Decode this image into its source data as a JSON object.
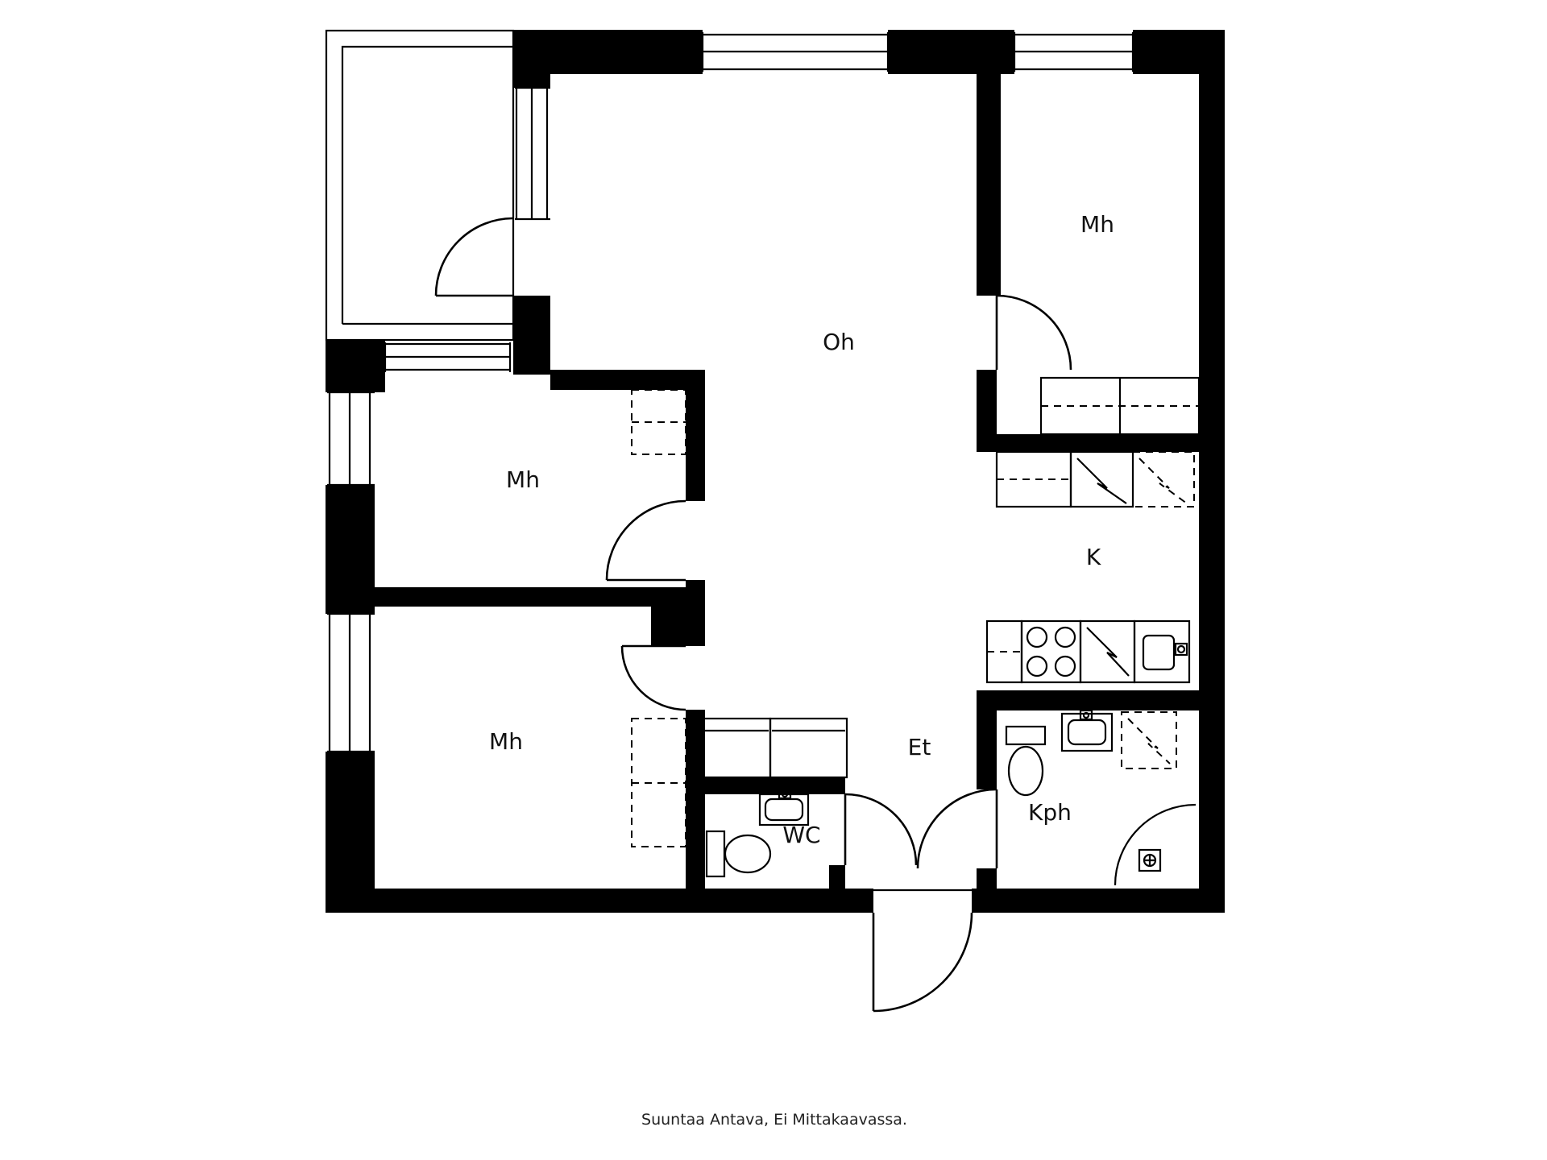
{
  "floorplan": {
    "rooms": {
      "living": {
        "label": "Oh"
      },
      "bedroom_right": {
        "label": "Mh"
      },
      "bedroom_left_upper": {
        "label": "Mh"
      },
      "bedroom_left_lower": {
        "label": "Mh"
      },
      "kitchen": {
        "label": "K"
      },
      "entry": {
        "label": "Et"
      },
      "wc": {
        "label": "WC"
      },
      "bathroom": {
        "label": "Kph"
      }
    },
    "footer": "Suuntaa Antava, Ei Mittakaavassa.",
    "colors": {
      "wall": "#000000",
      "background": "#ffffff"
    }
  }
}
